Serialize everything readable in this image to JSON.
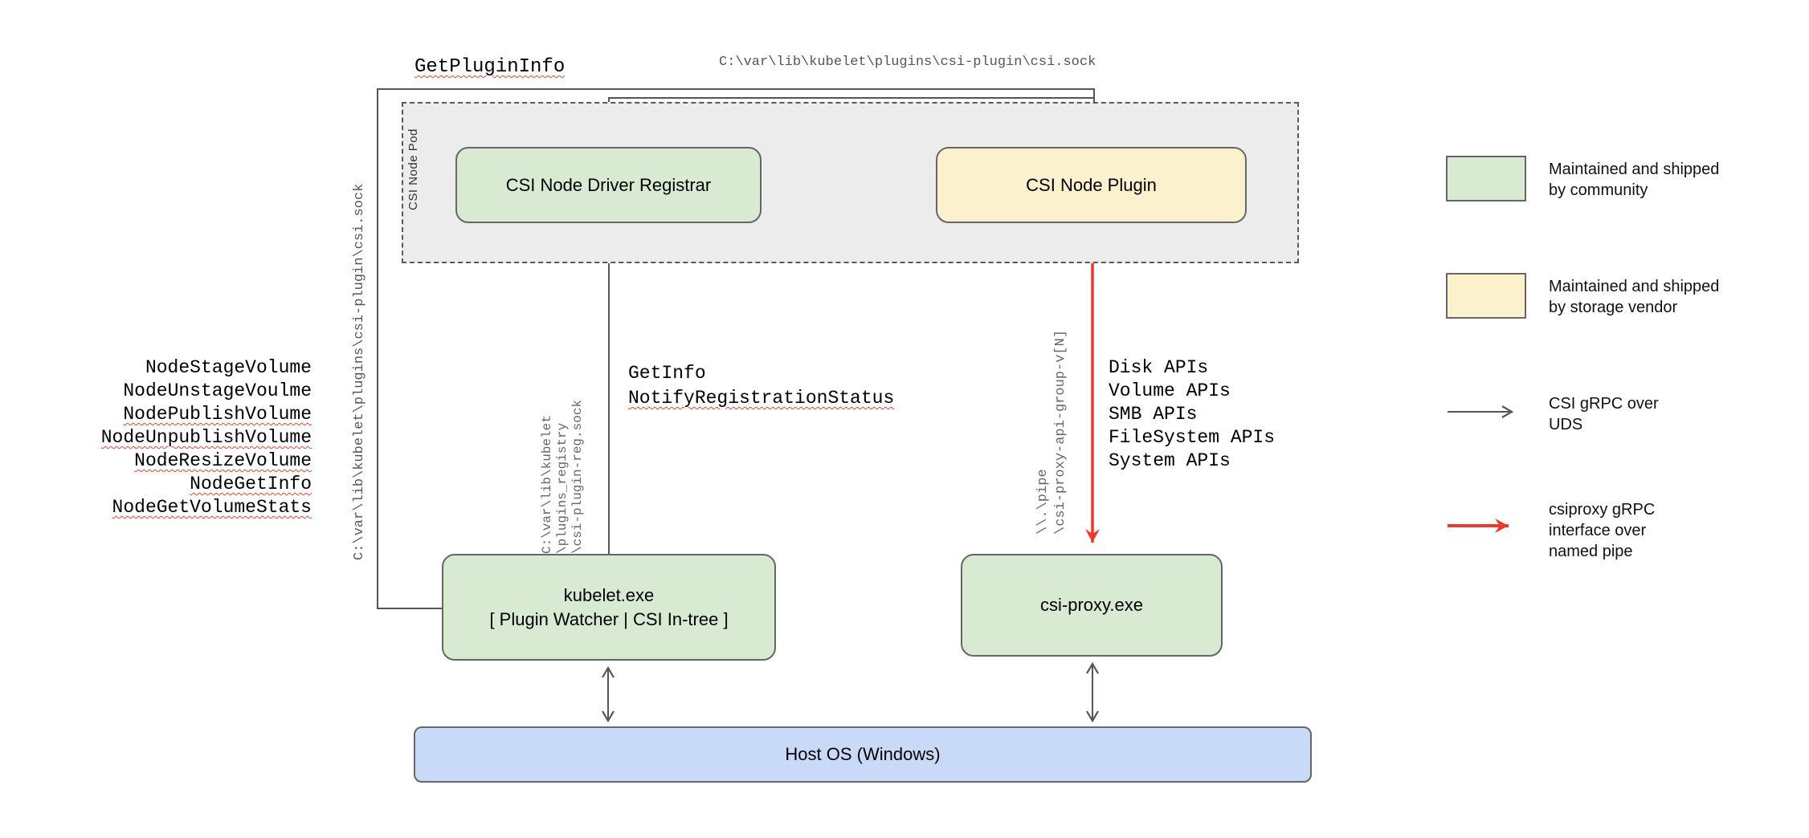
{
  "top": {
    "get_plugin_info": "GetPluginInfo",
    "csi_sock_path": "C:\\var\\lib\\kubelet\\plugins\\csi-plugin\\csi.sock"
  },
  "pod": {
    "label": "CSI Node Pod",
    "registrar": "CSI Node Driver Registrar",
    "plugin": "CSI Node Plugin"
  },
  "left_socket_path": "C:\\var\\lib\\kubelet\\plugins\\csi-plugin\\csi.sock",
  "methods": {
    "items": [
      {
        "label": "NodeStageVolume",
        "wavy": false
      },
      {
        "label": "NodeUnstageVoulme",
        "wavy": false
      },
      {
        "label": "NodePublishVolume",
        "wavy": true
      },
      {
        "label": "NodeUnpublishVolume",
        "wavy": true
      },
      {
        "label": "NodeResizeVolume",
        "wavy": true
      },
      {
        "label": "NodeGetInfo",
        "wavy": true
      },
      {
        "label": "NodeGetVolumeStats",
        "wavy": true
      }
    ]
  },
  "registrar_link": {
    "registry_lines": [
      "C:\\var\\lib\\kubelet",
      "\\plugins_registry",
      "\\csi-plugin-reg.sock"
    ],
    "get_info": "GetInfo",
    "notify": "NotifyRegistrationStatus"
  },
  "proxy_link": {
    "pipe_lines": [
      "\\\\.\\pipe",
      "\\csi-proxy-api-group-v[N]"
    ],
    "apis": [
      "Disk APIs",
      "Volume APIs",
      "SMB APIs",
      "FileSystem APIs",
      "System APIs"
    ]
  },
  "nodes": {
    "kubelet_line1": "kubelet.exe",
    "kubelet_line2": "[ Plugin Watcher | CSI In-tree ]",
    "csi_proxy": "csi-proxy.exe",
    "host_os": "Host OS (Windows)"
  },
  "legend": {
    "community": "Maintained and shipped by community",
    "vendor": "Maintained and shipped by storage vendor",
    "gray_arrow": "CSI gRPC over UDS",
    "red_arrow": "csiproxy gRPC interface over named pipe"
  },
  "colors": {
    "community_green": "#d9ead3",
    "vendor_yellow": "#fbf1cd",
    "host_blue": "#c9daf8",
    "pod_gray": "#ececec",
    "line_gray": "#555555",
    "csiproxy_red": "#e8392b",
    "squiggle_red": "#e8442e"
  }
}
